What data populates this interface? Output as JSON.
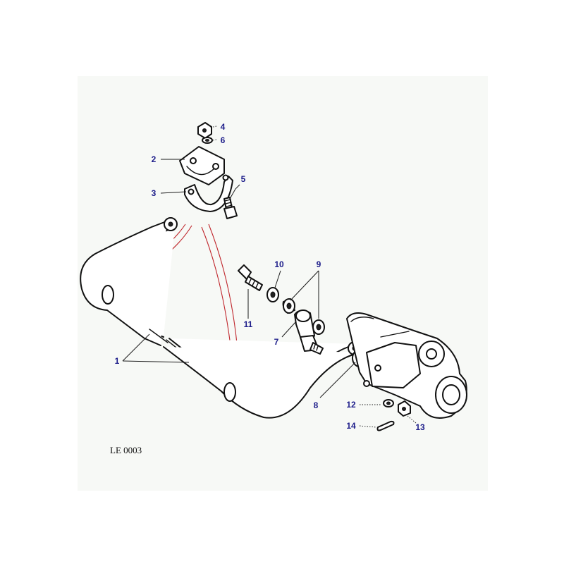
{
  "diagram": {
    "reference_code": "LE 0003",
    "callouts": [
      {
        "id": "c1",
        "label": "1"
      },
      {
        "id": "c2",
        "label": "2"
      },
      {
        "id": "c3",
        "label": "3"
      },
      {
        "id": "c4",
        "label": "4"
      },
      {
        "id": "c5",
        "label": "5"
      },
      {
        "id": "c6",
        "label": "6"
      },
      {
        "id": "c7",
        "label": "7"
      },
      {
        "id": "c8",
        "label": "8"
      },
      {
        "id": "c9",
        "label": "9"
      },
      {
        "id": "c10",
        "label": "10"
      },
      {
        "id": "c11",
        "label": "11"
      },
      {
        "id": "c12",
        "label": "12"
      },
      {
        "id": "c13",
        "label": "13"
      },
      {
        "id": "c14",
        "label": "14"
      }
    ],
    "colors": {
      "callout_text": "#1d1d8a",
      "guide_lines": "#c0272d",
      "panel_background": "#f7f9f6",
      "outline": "#111111"
    }
  }
}
